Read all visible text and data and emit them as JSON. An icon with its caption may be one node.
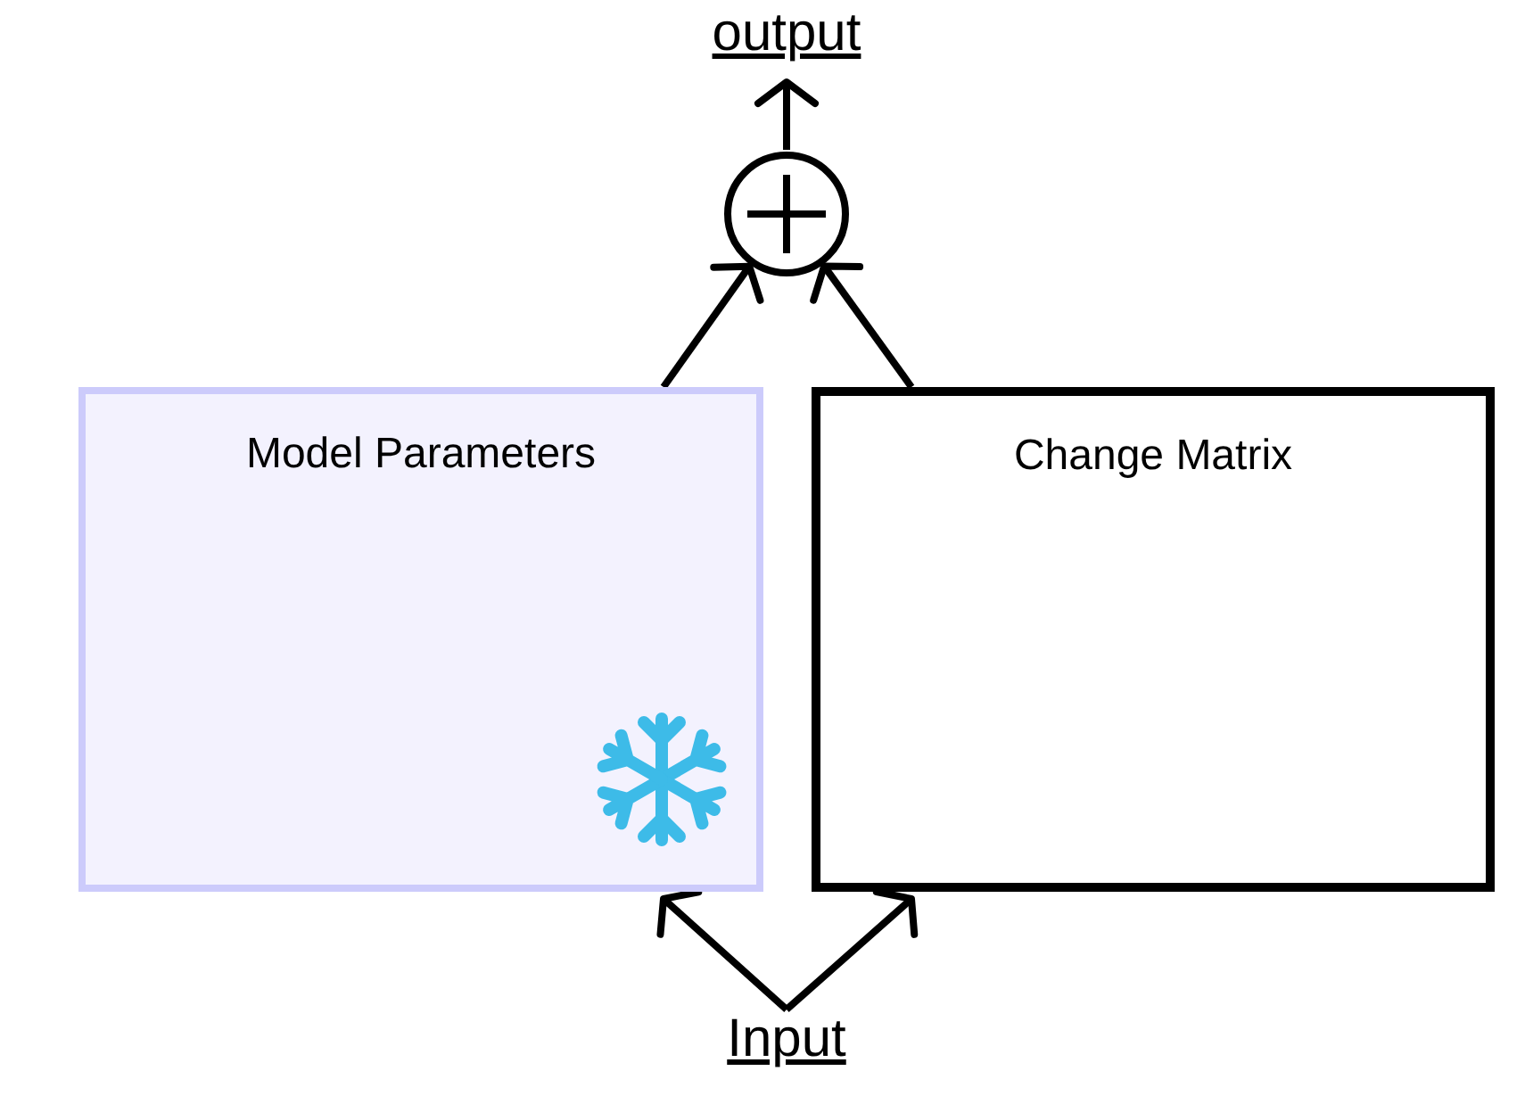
{
  "diagram": {
    "nodes": [
      {
        "text": [
          "output"
        ]
      },
      {
        "text": [],
        "shape": "circle"
      },
      {
        "text": [
          "Model Parameters"
        ]
      },
      {
        "text": [
          "Change Matrix"
        ]
      },
      {
        "text": [
          "Input"
        ]
      }
    ],
    "edges": [
      {
        "from": 1,
        "to": 0,
        "arrow": "to"
      },
      {
        "from": 2,
        "to": 1,
        "arrow": "to"
      },
      {
        "from": 3,
        "to": 1,
        "arrow": "to"
      },
      {
        "from": 4,
        "to": 2,
        "arrow": "to"
      },
      {
        "from": 4,
        "to": 3,
        "arrow": "to"
      }
    ]
  }
}
